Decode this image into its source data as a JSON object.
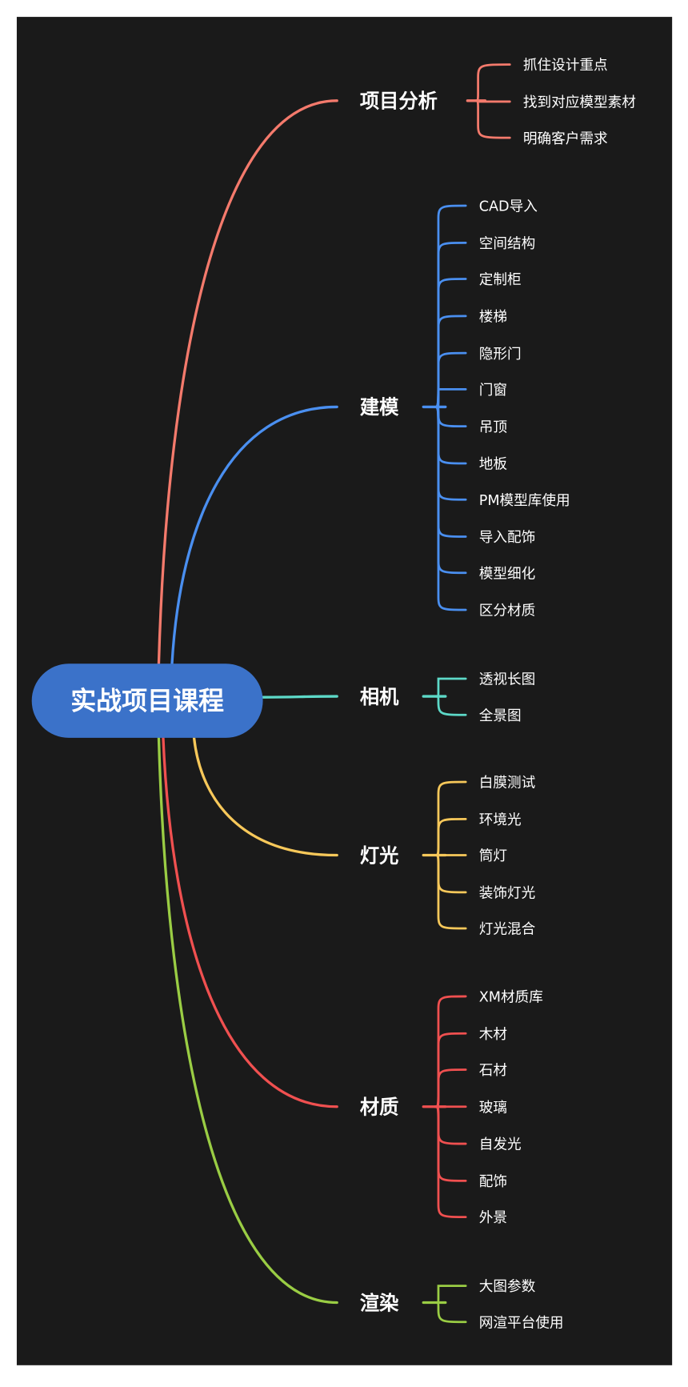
{
  "root": {
    "label": "实战项目课程",
    "color": "#3b72c9"
  },
  "background": "#1a1a1a",
  "branches": [
    {
      "label": "项目分析",
      "color": "#f47a6c",
      "children": [
        "抓住设计重点",
        "找到对应模型素材",
        "明确客户需求"
      ]
    },
    {
      "label": "建模",
      "color": "#4a8ff0",
      "children": [
        "CAD导入",
        "空间结构",
        "定制柜",
        "楼梯",
        "隐形门",
        "门窗",
        "吊顶",
        "地板",
        "PM模型库使用",
        "导入配饰",
        "模型细化",
        "区分材质"
      ]
    },
    {
      "label": "相机",
      "color": "#5dd9c8",
      "children": [
        "透视长图",
        "全景图"
      ]
    },
    {
      "label": "灯光",
      "color": "#f7c85a",
      "children": [
        "白膜测试",
        "环境光",
        "筒灯",
        "装饰灯光",
        "灯光混合"
      ]
    },
    {
      "label": "材质",
      "color": "#f05050",
      "children": [
        "XM材质库",
        "木材",
        "石材",
        "玻璃",
        "自发光",
        "配饰",
        "外景"
      ]
    },
    {
      "label": "渲染",
      "color": "#9acd44",
      "children": [
        "大图参数",
        "网渲平台使用"
      ]
    }
  ]
}
